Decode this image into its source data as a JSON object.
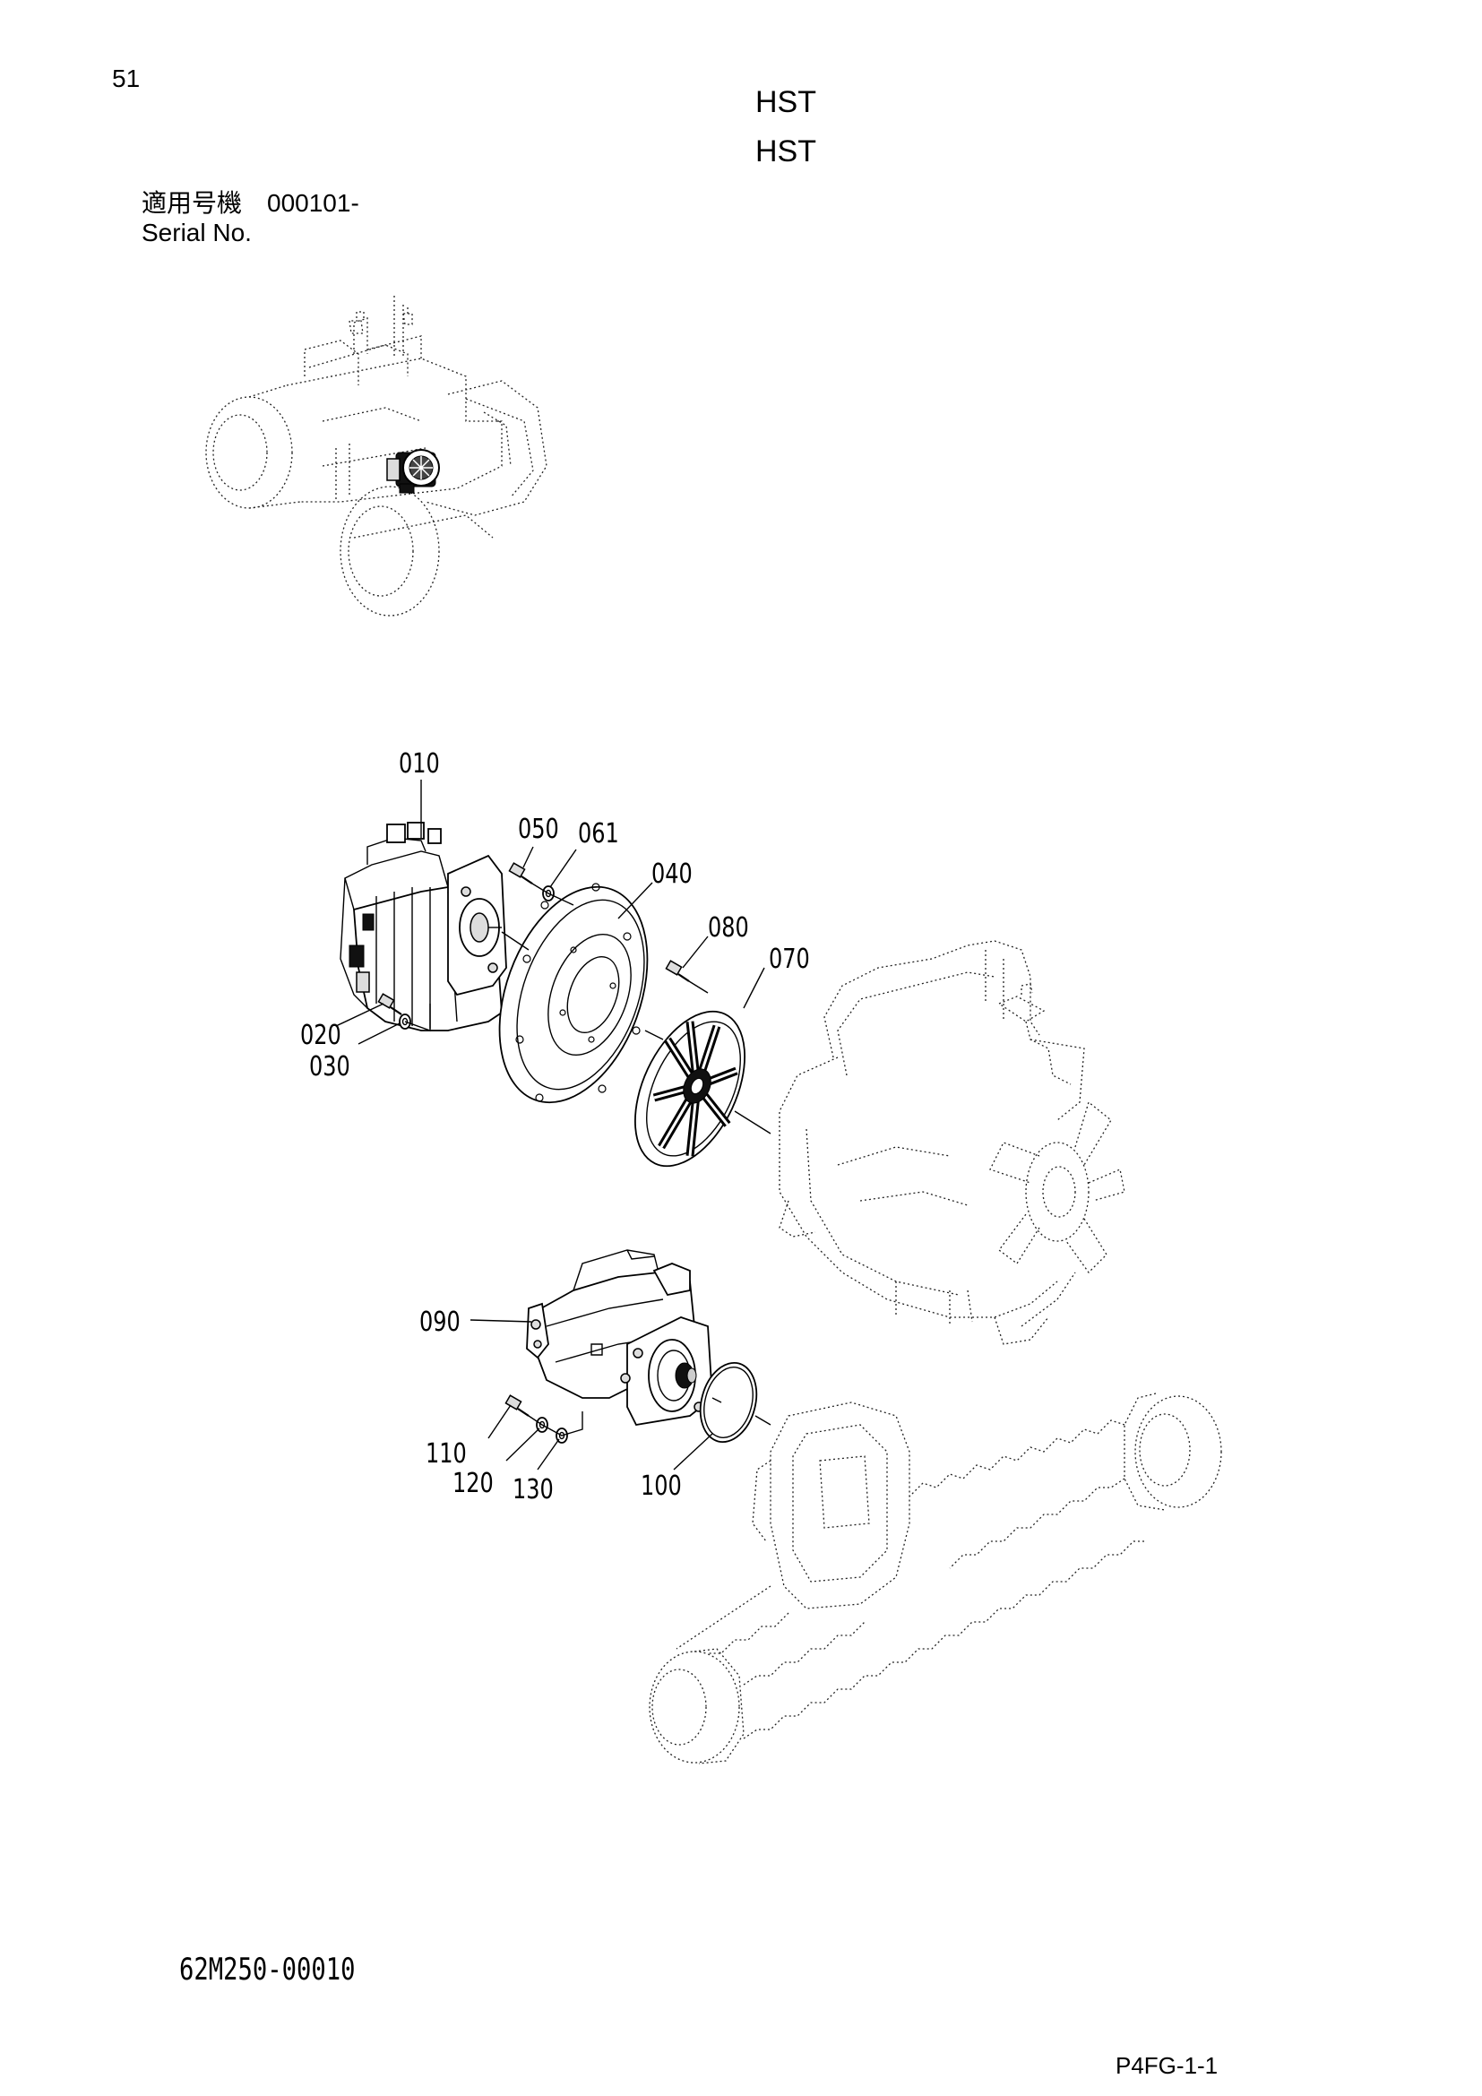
{
  "page_number": "51",
  "title_jp": "HST",
  "title_en": "HST",
  "serial": {
    "label_jp": "適用号機",
    "value": "000101-",
    "label_en": "Serial No."
  },
  "callouts": {
    "c010": "010",
    "c050": "050",
    "c061": "061",
    "c040": "040",
    "c080": "080",
    "c070": "070",
    "c020": "020",
    "c030": "030",
    "c090": "090",
    "c110": "110",
    "c120": "120",
    "c130": "130",
    "c100": "100"
  },
  "drawing_number": "62M250-00010",
  "footer_code": "P4FG-1-1"
}
